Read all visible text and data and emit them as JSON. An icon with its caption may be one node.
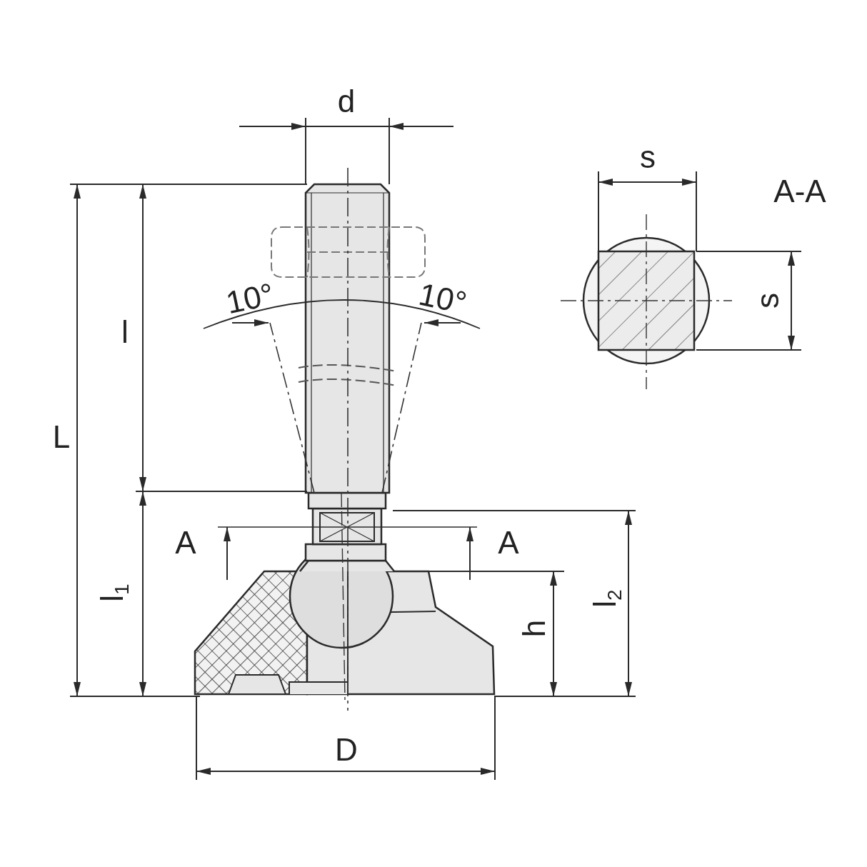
{
  "diagram": {
    "labels": [
      "d",
      "s",
      "A-A",
      "10°",
      "10°",
      "s",
      "l",
      "L",
      "A",
      "A",
      "l$_{1}$",
      "h",
      "l$_{2}$",
      "D"
    ]
  }
}
